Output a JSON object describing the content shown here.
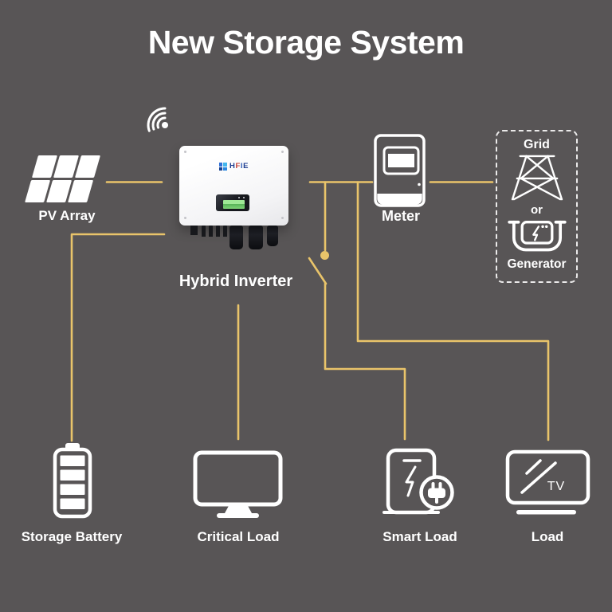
{
  "title": "New Storage System",
  "colors": {
    "background": "#585556",
    "wire": "#E9C46A",
    "icon": "#FFFFFF"
  },
  "labels": {
    "pv_array": "PV Array",
    "hybrid_inverter": "Hybrid Inverter",
    "meter": "Meter",
    "grid": "Grid",
    "or": "or",
    "generator": "Generator",
    "storage_battery": "Storage Battery",
    "critical_load": "Critical Load",
    "smart_load": "Smart Load",
    "load": "Load"
  },
  "inverter": {
    "brand": "HFIE",
    "brand_letters": [
      {
        "ch": "H",
        "color": "#1d3c8f"
      },
      {
        "ch": "F",
        "color": "#c64237"
      },
      {
        "ch": "I",
        "color": "#2f5cb6"
      },
      {
        "ch": "E",
        "color": "#1d3c8f"
      }
    ],
    "logo_mark_colors": [
      "#2f6fd6",
      "#43b6ec",
      "#16408f",
      "#2b87e0"
    ]
  },
  "tv_screen_text": "TV"
}
